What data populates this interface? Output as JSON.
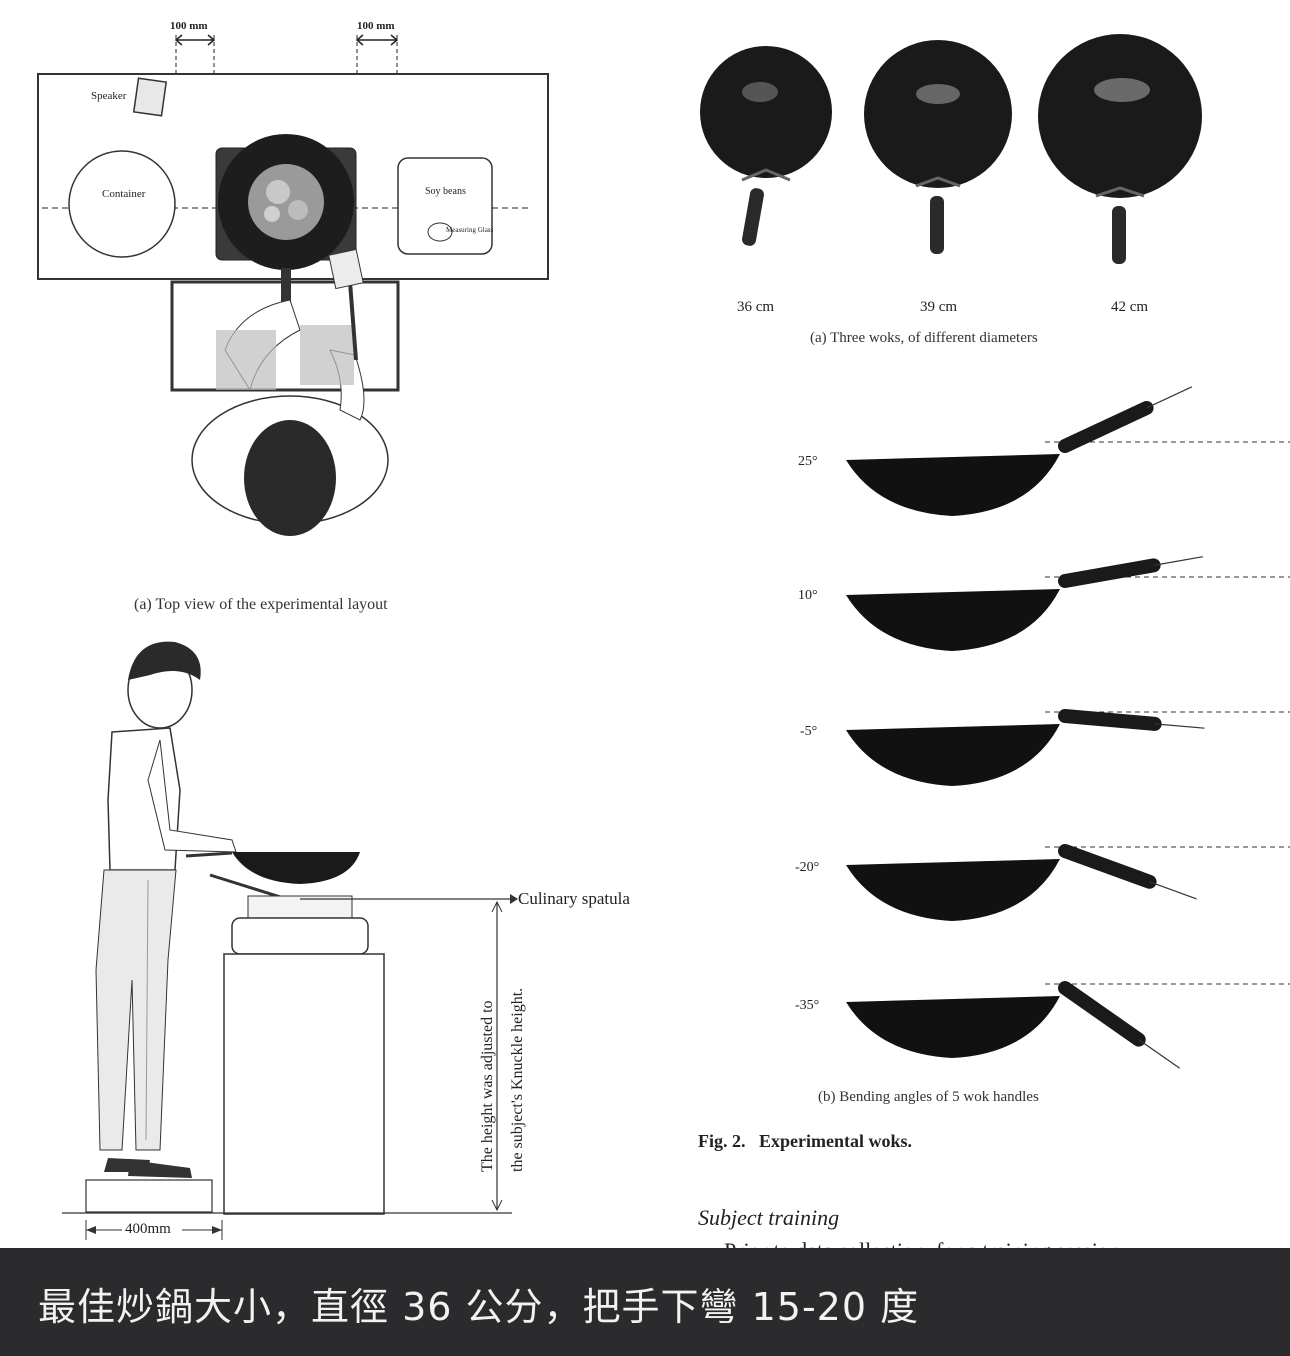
{
  "left_top_figure": {
    "dimension_left": "100 mm",
    "dimension_right": "100 mm",
    "speaker_label": "Speaker",
    "container_label": "Container",
    "soy_beans_label": "Soy beans",
    "measuring_glass_label": "Measuring Glass",
    "caption": "(a) Top view of the experimental layout"
  },
  "left_bottom_figure": {
    "spatula_label": "Culinary spatula",
    "height_note_line1": "The height was adjusted to",
    "height_note_line2": "the subject's Knuckle height.",
    "width_label": "400mm"
  },
  "right_top_figure": {
    "wok_sizes": [
      "36 cm",
      "39 cm",
      "42 cm"
    ],
    "caption": "(a) Three woks, of different diameters"
  },
  "right_bottom_figure": {
    "angles": [
      "25°",
      "10°",
      "-5°",
      "-20°",
      "-35°"
    ],
    "caption": "(b) Bending angles of 5 wok handles"
  },
  "figure_title": "Fig. 2.   Experimental woks.",
  "section_heading": "Subject training",
  "cutoff_text": "Prior to data collection, for a training session",
  "banner_text": "最佳炒鍋大小，直徑 36 公分，把手下彎 15-20 度"
}
